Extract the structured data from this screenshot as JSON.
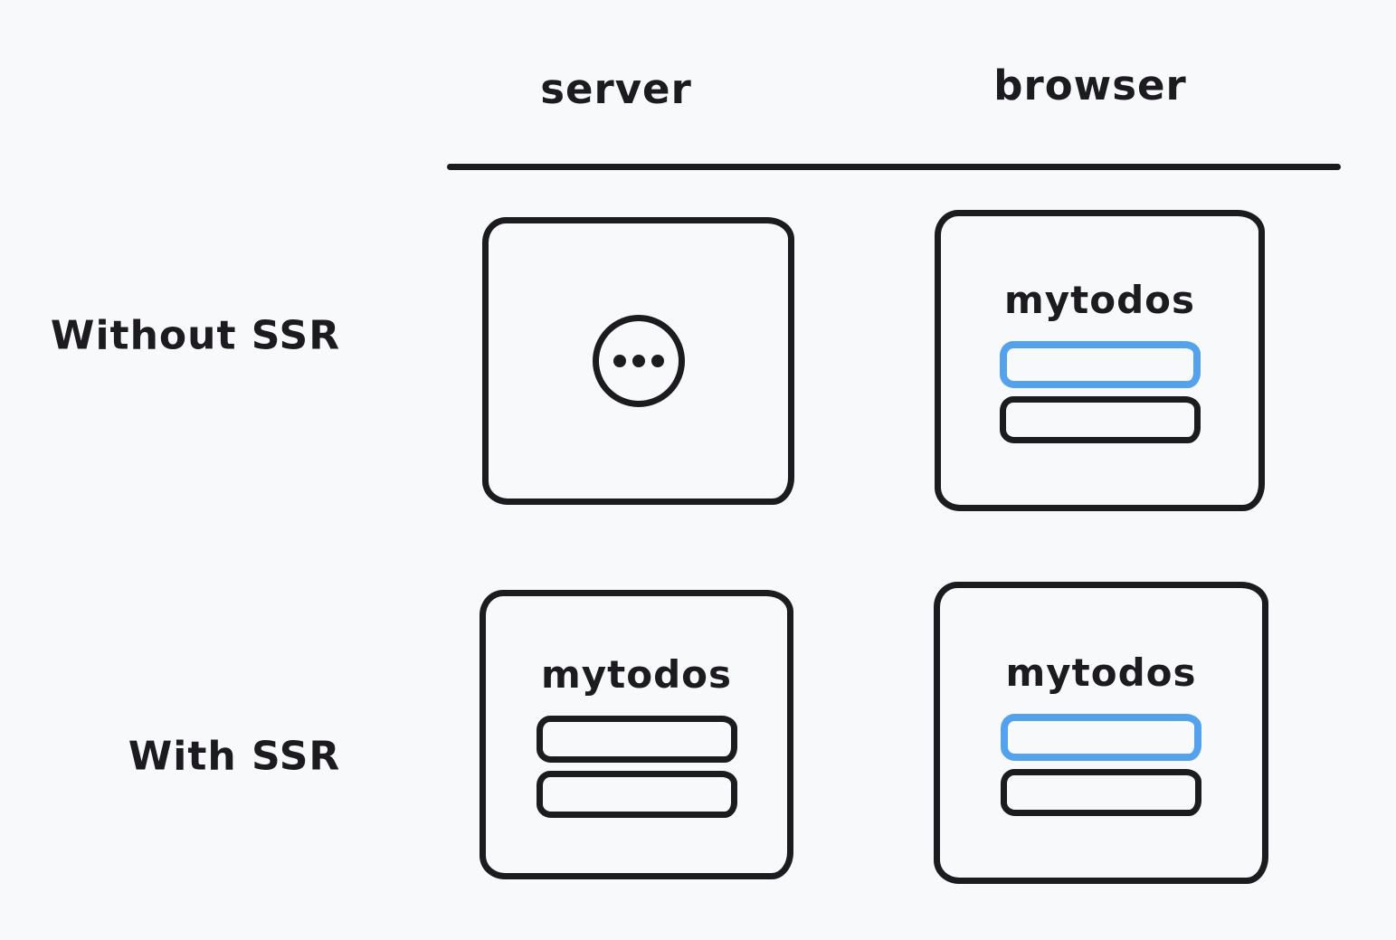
{
  "theme": {
    "background": "#f8f9fb",
    "ink": "#1c1c20",
    "accent": "#55a2ec"
  },
  "columns": [
    {
      "label": "server"
    },
    {
      "label": "browser"
    }
  ],
  "rows": [
    {
      "label": "Without SSR",
      "server": {
        "state": "loading",
        "icon": "ellipsis-circle"
      },
      "browser": {
        "title": "mytodos",
        "todo_items": [
          "highlighted",
          "plain"
        ]
      }
    },
    {
      "label": "With SSR",
      "server": {
        "title": "mytodos",
        "todo_items": [
          "plain",
          "plain"
        ]
      },
      "browser": {
        "title": "mytodos",
        "todo_items": [
          "highlighted",
          "plain"
        ]
      }
    }
  ]
}
